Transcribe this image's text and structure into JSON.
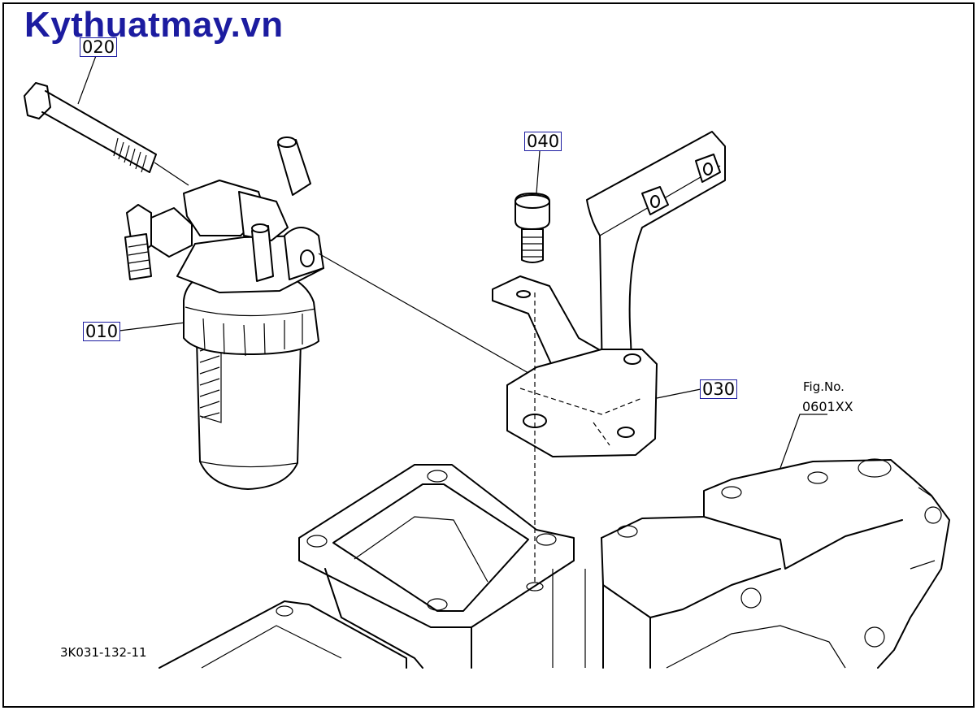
{
  "brand": {
    "text": "Kythuatmay.vn",
    "color": "#1c1ca0"
  },
  "callouts": [
    {
      "id": "c020",
      "label": "020"
    },
    {
      "id": "c040",
      "label": "040"
    },
    {
      "id": "c010",
      "label": "010"
    },
    {
      "id": "c030",
      "label": "030"
    }
  ],
  "figure": {
    "label": "Fig.No.",
    "number": "0601XX"
  },
  "diagram_code": "3K031-132-11"
}
